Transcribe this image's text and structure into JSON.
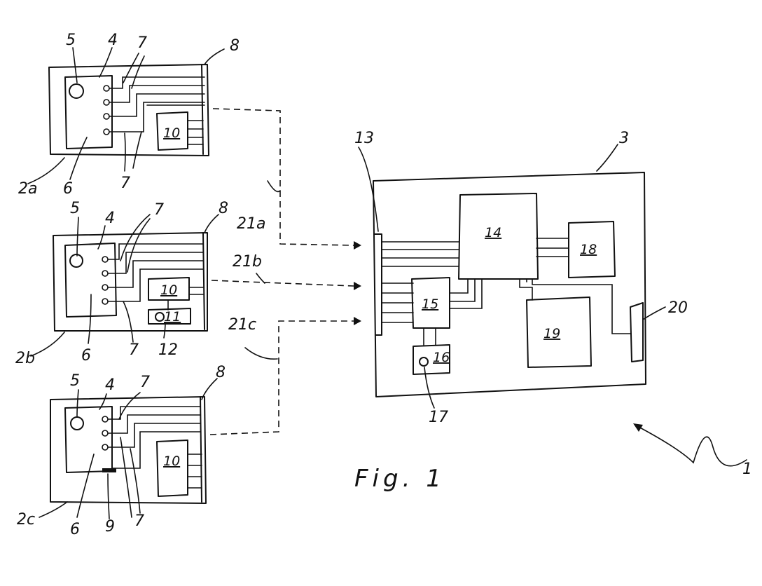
{
  "labels": {
    "n1": "1",
    "n2a": "2a",
    "n2b": "2b",
    "n2c": "2c",
    "n3": "3",
    "n4": "4",
    "n5": "5",
    "n6": "6",
    "n7": "7",
    "n8": "8",
    "n9": "9",
    "n10": "10",
    "n11": "11",
    "n12": "12",
    "n13": "13",
    "n14": "14",
    "n15": "15",
    "n16": "16",
    "n17": "17",
    "n18": "18",
    "n19": "19",
    "n20": "20",
    "n21a": "21a",
    "n21b": "21b",
    "n21c": "21c"
  },
  "caption": "Fig. 1"
}
